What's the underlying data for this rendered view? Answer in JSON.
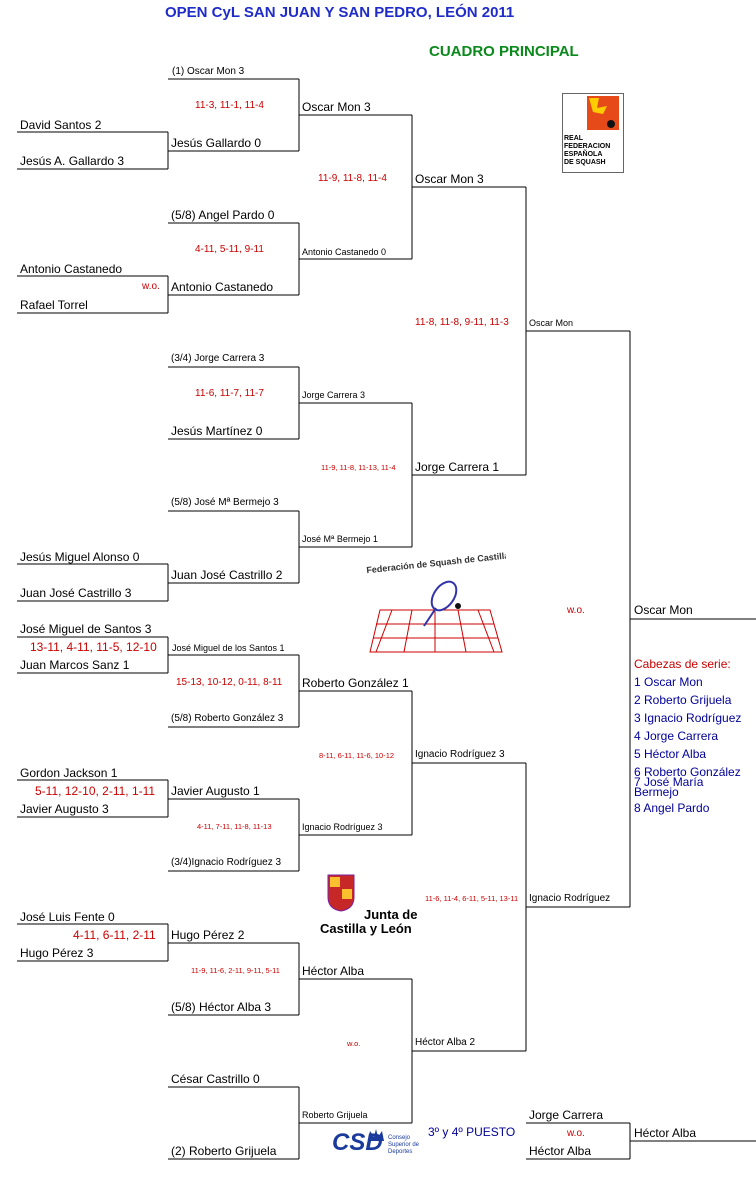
{
  "header": {
    "title": "OPEN CyL  SAN JUAN Y SAN PEDRO, LEÓN 2011",
    "subtitle": "CUADRO PRINCIPAL"
  },
  "logos": {
    "rfes": [
      "REAL",
      "FEDERACION",
      "ESPAÑOLA",
      "DE SQUASH"
    ],
    "fsqcyl": "Federación de Squash de Castilla y León",
    "jcyl": [
      "Junta de",
      "Castilla y León"
    ],
    "csd": "CSD",
    "csd_sub": [
      "Consejo",
      "Superior de",
      "Deportes"
    ]
  },
  "r1": [
    {
      "name": "David Santos 2"
    },
    {
      "name": "Jesús A. Gallardo 3"
    },
    {
      "name": "Antonio Castanedo"
    },
    {
      "name": "Rafael Torrel"
    },
    {
      "name": "Jesús Miguel Alonso 0"
    },
    {
      "name": "Juan José Castrillo 3"
    },
    {
      "name": "José Miguel de Santos 3"
    },
    {
      "name": "Juan Marcos Sanz 1"
    },
    {
      "name": "Gordon Jackson 1"
    },
    {
      "name": "Javier Augusto 3"
    },
    {
      "name": "José Luis Fente 0"
    },
    {
      "name": "Hugo Pérez 3"
    }
  ],
  "r1_scores": [
    {
      "text": "w.o."
    },
    {
      "text": "13-11, 4-11, 11-5, 12-10"
    },
    {
      "text": "5-11, 12-10, 2-11, 1-11"
    },
    {
      "text": "4-11, 6-11, 2-11"
    }
  ],
  "r2": [
    {
      "name": "(1)  Oscar Mon 3"
    },
    {
      "name": "Jesús Gallardo 0"
    },
    {
      "name": "(5/8) Angel Pardo 0"
    },
    {
      "name": "Antonio Castanedo"
    },
    {
      "name": "(3/4) Jorge Carrera 3"
    },
    {
      "name": "Jesús Martínez 0"
    },
    {
      "name": "(5/8) José Mª Bermejo 3"
    },
    {
      "name": "Juan José Castrillo 2"
    },
    {
      "name": "José Miguel de los Santos 1"
    },
    {
      "name": "(5/8) Roberto González 3"
    },
    {
      "name": "Javier Augusto 1"
    },
    {
      "name": "(3/4)Ignacio Rodríguez 3"
    },
    {
      "name": "Hugo Pérez 2"
    },
    {
      "name": "(5/8) Héctor Alba 3"
    },
    {
      "name": "César Castrillo 0"
    },
    {
      "name": "(2)  Roberto Grijuela"
    }
  ],
  "r2_scores": [
    {
      "text": "11-3, 11-1, 11-4"
    },
    {
      "text": "4-11, 5-11, 9-11"
    },
    {
      "text": "11-6, 11-7, 11-7"
    },
    {
      "text": "15-13, 10-12, 0-11, 8-11"
    },
    {
      "text": "4-11, 7-11, 11-8, 11-13"
    },
    {
      "text": "11-9, 11-6, 2-11, 9-11, 5-11"
    }
  ],
  "r3": [
    {
      "name": "Oscar Mon 3"
    },
    {
      "name": "Antonio Castanedo 0"
    },
    {
      "name": "Jorge Carrera 3"
    },
    {
      "name": "José Mª Bermejo 1"
    },
    {
      "name": "Roberto González 1"
    },
    {
      "name": "Ignacio Rodríguez 3"
    },
    {
      "name": "Héctor Alba"
    },
    {
      "name": "Roberto Grijuela"
    }
  ],
  "r3_scores": [
    {
      "text": "11-9, 11-8, 11-4"
    },
    {
      "text": "11-9, 11-8, 11-13, 11-4"
    },
    {
      "text": "8-11, 6-11, 11-6, 10-12"
    },
    {
      "text": "w.o."
    }
  ],
  "r4": [
    {
      "name": "Oscar Mon 3"
    },
    {
      "name": "Jorge Carrera 1"
    },
    {
      "name": "Ignacio Rodríguez 3"
    },
    {
      "name": "Héctor Alba 2"
    }
  ],
  "r4_scores": [
    {
      "text": "11-8, 11-8, 9-11, 11-3"
    },
    {
      "text": "11-6, 11-4, 6-11, 5-11, 13-11"
    }
  ],
  "r5": [
    {
      "name": "Oscar Mon"
    },
    {
      "name": "Ignacio Rodríguez"
    }
  ],
  "final_score": "w.o.",
  "champion": "Oscar Mon",
  "third_place": {
    "label": "3º y 4º PUESTO",
    "p1": "Jorge Carrera",
    "p2": "Héctor Alba",
    "score": "w.o.",
    "winner": "Héctor Alba"
  },
  "seeds": {
    "title": "Cabezas de serie:",
    "items": [
      "1 Oscar Mon",
      "2 Roberto Grijuela",
      "3 Ignacio Rodríguez",
      "4 Jorge Carrera",
      "5 Héctor Alba",
      "6 Roberto González",
      "7 José María",
      "Bermejo",
      "8 Angel Pardo"
    ]
  }
}
